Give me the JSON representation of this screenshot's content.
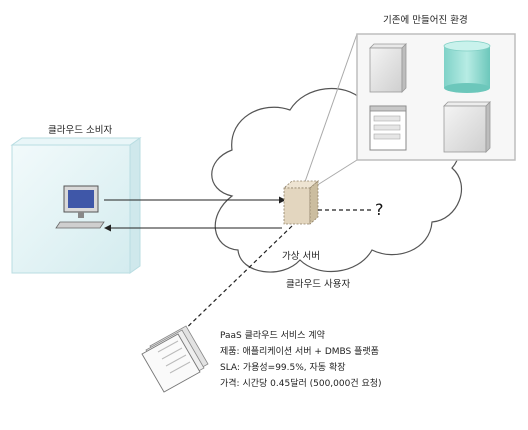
{
  "labels": {
    "existing_env": "기존에 만들어진 환경",
    "cloud_consumer": "클라우드 소비자",
    "virtual_server": "가상 서버",
    "cloud_provider": "클라우드 사용자",
    "unknown": "?"
  },
  "contract": {
    "lines": [
      "PaaS 클라우드 서비스 계약",
      "제품: 애플리케이션 서버 + DMBS 플랫폼",
      "SLA: 가용성=99.5%, 자동 확장",
      "가격: 시간당 0.45달러 (500,000건 요청)"
    ]
  },
  "colors": {
    "consumer_box": "#dff1f4",
    "database": "#8fd8d0",
    "server_box": "#e3d6bf",
    "env_panel_border": "#bdbdbd"
  }
}
